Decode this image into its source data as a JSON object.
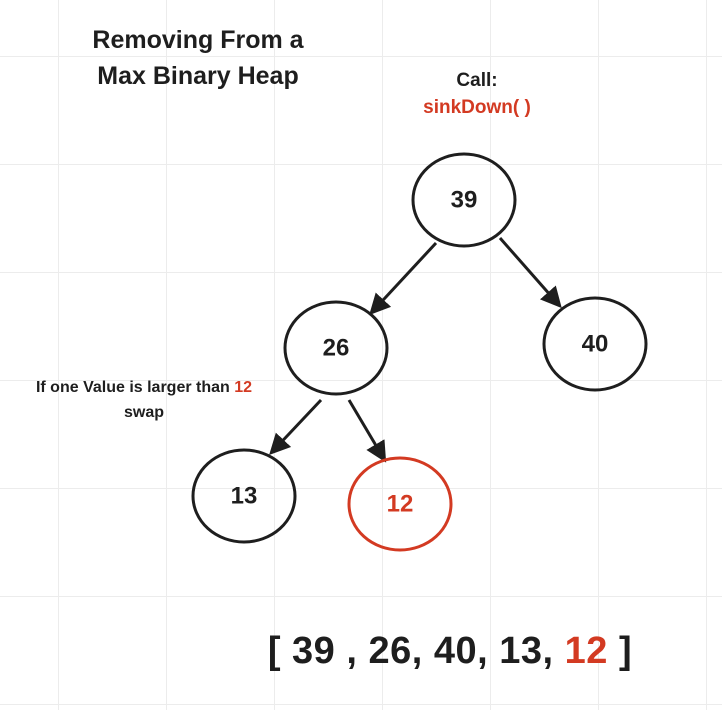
{
  "title": {
    "line1": "Removing From a",
    "line2": "Max Binary Heap"
  },
  "call": {
    "label": "Call:",
    "function": "sinkDown( )"
  },
  "note": {
    "prefix": "If one Value is larger than",
    "highlight": "12",
    "suffix": "swap"
  },
  "tree": {
    "nodes": [
      {
        "id": "n39",
        "value": "39",
        "highlight": false
      },
      {
        "id": "n26",
        "value": "26",
        "highlight": false
      },
      {
        "id": "n40",
        "value": "40",
        "highlight": false
      },
      {
        "id": "n13",
        "value": "13",
        "highlight": false
      },
      {
        "id": "n12",
        "value": "12",
        "highlight": true
      }
    ],
    "edges": [
      {
        "from": "n39",
        "to": "n26"
      },
      {
        "from": "n39",
        "to": "n40"
      },
      {
        "from": "n26",
        "to": "n13"
      },
      {
        "from": "n26",
        "to": "n12"
      }
    ]
  },
  "array": {
    "open": "[",
    "items": [
      "39 ,",
      "26,",
      "40,",
      "13,"
    ],
    "highlight": "12",
    "close": "]"
  },
  "colors": {
    "text": "#1e1e1e",
    "highlight": "#d33a22",
    "grid": "#ececec"
  }
}
